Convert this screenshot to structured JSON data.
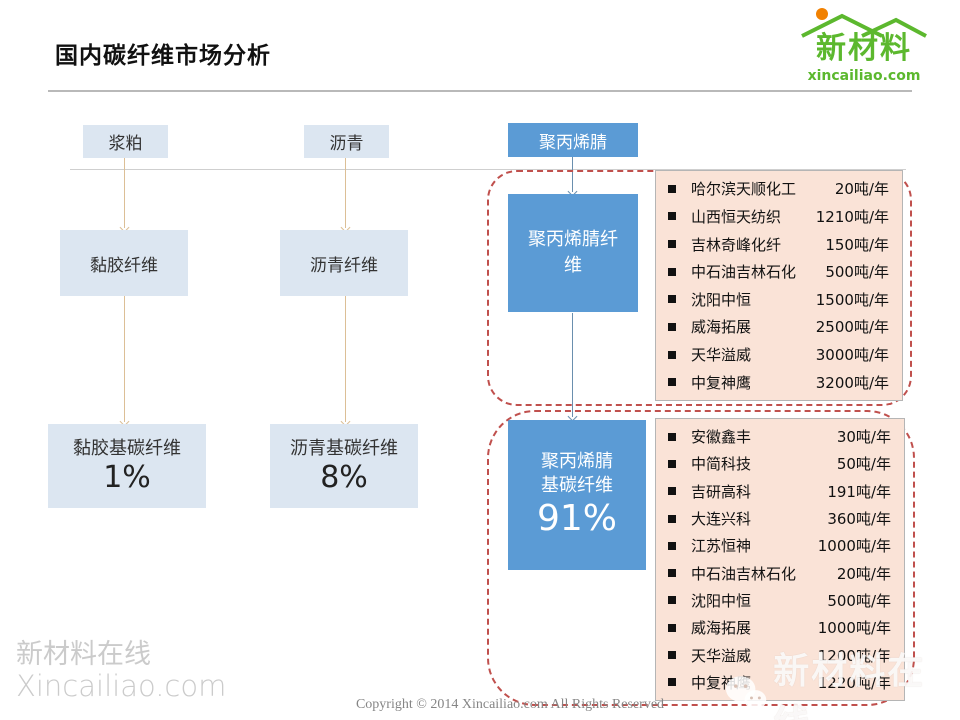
{
  "slide": {
    "title": "国内碳纤维市场分析",
    "footer": "Copyright © 2014    Xincailiao.com      All Rights Reserved"
  },
  "logo": {
    "brand": "新材料",
    "domain": "xincailiao.com"
  },
  "watermark_left": {
    "line1": "新材料在线",
    "line2": "Xincailiao.com"
  },
  "watermark_right": {
    "text": "新材料在线"
  },
  "flow": {
    "columns": [
      {
        "source": "浆粕",
        "fiber": "黏胶纤维",
        "carbon": "黏胶基碳纤维",
        "share": "1%"
      },
      {
        "source": "沥青",
        "fiber": "沥青纤维",
        "carbon": "沥青基碳纤维",
        "share": "8%"
      },
      {
        "source": "聚丙烯腈",
        "fiber": "聚丙烯腈纤维",
        "carbon": "聚丙烯腈基碳纤维",
        "share": "91%"
      }
    ]
  },
  "precursor_companies": [
    {
      "name": "哈尔滨天顺化工",
      "capacity": "20吨/年"
    },
    {
      "name": "山西恒天纺织",
      "capacity": "1210吨/年"
    },
    {
      "name": "吉林奇峰化纤",
      "capacity": "150吨/年"
    },
    {
      "name": "中石油吉林石化",
      "capacity": "500吨/年"
    },
    {
      "name": "沈阳中恒",
      "capacity": "1500吨/年"
    },
    {
      "name": "威海拓展",
      "capacity": "2500吨/年"
    },
    {
      "name": "天华溢威",
      "capacity": "3000吨/年"
    },
    {
      "name": "中复神鹰",
      "capacity": "3200吨/年"
    }
  ],
  "carbon_companies": [
    {
      "name": "安徽鑫丰",
      "capacity": "30吨/年"
    },
    {
      "name": "中简科技",
      "capacity": "50吨/年"
    },
    {
      "name": "吉研高科",
      "capacity": "191吨/年"
    },
    {
      "name": "大连兴科",
      "capacity": "360吨/年"
    },
    {
      "name": "江苏恒神",
      "capacity": "1000吨/年"
    },
    {
      "name": "中石油吉林石化",
      "capacity": "20吨/年"
    },
    {
      "name": "沈阳中恒",
      "capacity": "500吨/年"
    },
    {
      "name": "威海拓展",
      "capacity": "1000吨/年"
    },
    {
      "name": "天华溢威",
      "capacity": "1200吨/年"
    },
    {
      "name": "中复神鹰",
      "capacity": "1220吨/年"
    }
  ],
  "colors": {
    "accent_blue": "#5b9bd5",
    "light_blue": "#dce6f1",
    "peach": "#fae3d7",
    "dashed_red": "#c0504d",
    "arrow_tan": "#dcbf96",
    "arrow_blue": "#6a8fae",
    "logo_green": "#5cb82e",
    "logo_orange": "#f18101"
  }
}
